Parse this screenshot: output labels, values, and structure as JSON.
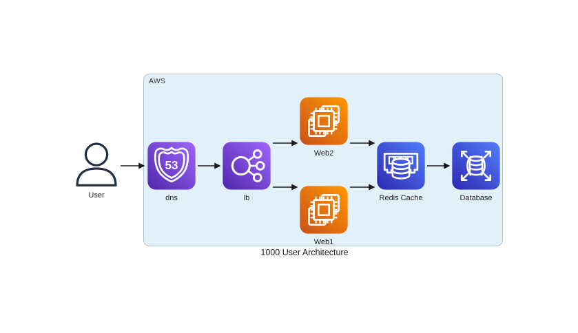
{
  "diagram": {
    "caption": "1000 User Architecture",
    "group": {
      "label": "AWS"
    },
    "nodes": {
      "user": {
        "label": "User",
        "icon": "person-outline-icon"
      },
      "dns": {
        "label": "dns",
        "icon": "route53-shield-icon",
        "icon_text": "53"
      },
      "lb": {
        "label": "lb",
        "icon": "load-balancer-icon"
      },
      "web2": {
        "label": "Web2",
        "icon": "ec2-chip-icon"
      },
      "web1": {
        "label": "Web1",
        "icon": "ec2-chip-icon"
      },
      "redis": {
        "label": "Redis Cache",
        "icon": "elasticache-memory-db-icon"
      },
      "database": {
        "label": "Database",
        "icon": "rds-scaling-db-icon"
      }
    },
    "edges": [
      {
        "from": "user",
        "to": "dns"
      },
      {
        "from": "dns",
        "to": "lb"
      },
      {
        "from": "lb",
        "to": "web2"
      },
      {
        "from": "lb",
        "to": "web1"
      },
      {
        "from": "web2",
        "to": "redis"
      },
      {
        "from": "web1",
        "to": "redis"
      },
      {
        "from": "redis",
        "to": "database"
      }
    ],
    "colors": {
      "group_fill": "#E2F0FA",
      "group_border": "#B7C1CB",
      "purple_gradient": [
        "#4D27A8",
        "#A166FF"
      ],
      "orange_gradient": [
        "#C8511B",
        "#FF9900"
      ],
      "blue_gradient": [
        "#2E27AD",
        "#527FFF"
      ],
      "edge": "#1B1B1B",
      "user_outline": "#232F3E"
    }
  }
}
